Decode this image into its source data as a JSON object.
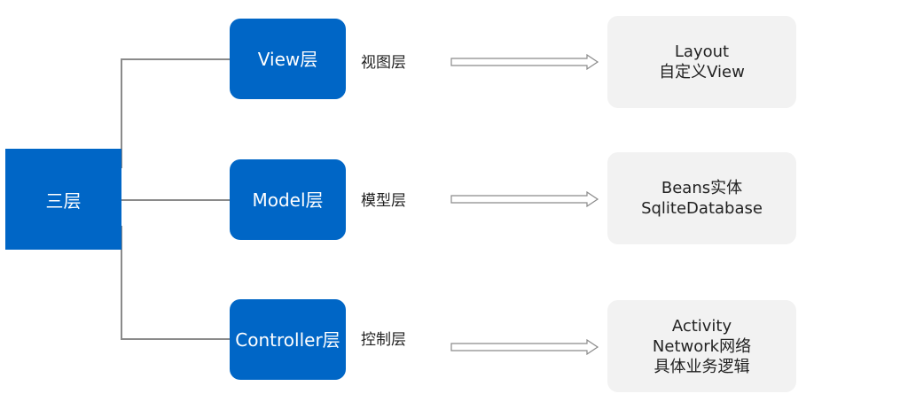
{
  "root": {
    "label": "三层"
  },
  "layers": [
    {
      "box": "View层",
      "label": "视图层",
      "details": [
        "Layout",
        "自定义View"
      ]
    },
    {
      "box": "Model层",
      "label": "模型层",
      "details": [
        "Beans实体",
        "SqliteDatabase"
      ]
    },
    {
      "box": "Controller层",
      "label": "控制层",
      "details": [
        "Activity",
        "Network网络",
        "具体业务逻辑"
      ]
    }
  ],
  "colors": {
    "primary": "#0066c6",
    "detail_bg": "#f2f2f2",
    "connector": "#8a8a8a"
  }
}
